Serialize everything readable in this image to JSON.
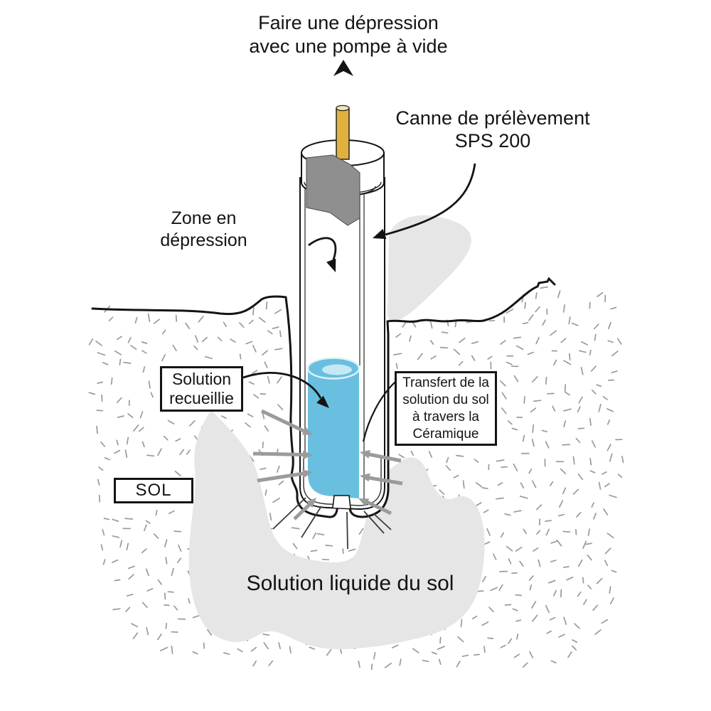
{
  "colors": {
    "ink": "#141414",
    "liquid": "#68BFE0",
    "liquid_inner": "#C6E8F3",
    "liquid_rim": "#DFF2F8",
    "tube_yellow": "#E0B13E",
    "yellow_top": "#F3E6B5",
    "clamp": "#8F8F8F",
    "blob": "#E6E6E6",
    "stipple": "#9A9A9A",
    "gray_arrow": "#9B9B9B"
  },
  "vacuum_label": {
    "line1": "Faire une dépression",
    "line2": "avec une pompe à vide"
  },
  "probe_label": {
    "line1": "Canne de prélèvement",
    "line2": "SPS 200"
  },
  "zone_label": {
    "line1": "Zone en",
    "line2": "dépression"
  },
  "collected_box": {
    "line1": "Solution",
    "line2": "recueillie"
  },
  "transfer_box": {
    "line1": "Transfert de la",
    "line2": "solution du sol",
    "line3": "à travers la",
    "line4": "Céramique"
  },
  "soil_box": {
    "label": "SOL"
  },
  "soil_solution_label": {
    "text": "Solution liquide du sol"
  }
}
